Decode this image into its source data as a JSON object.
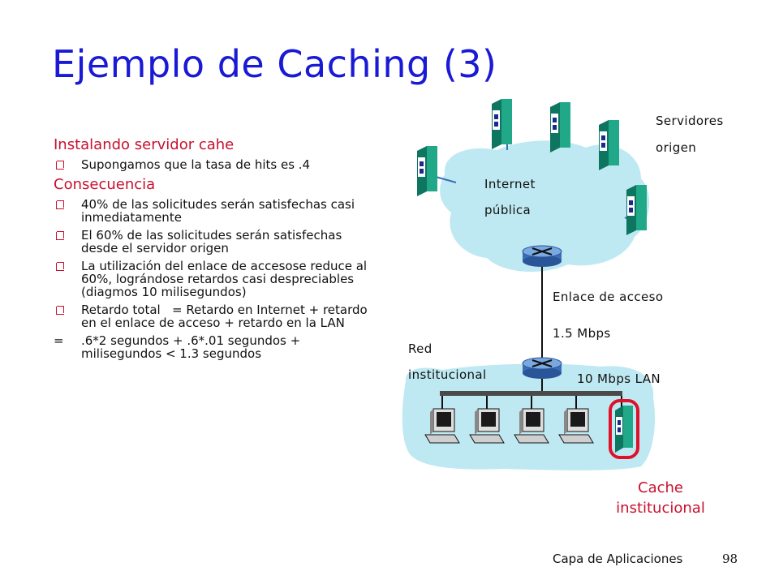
{
  "slide": {
    "title": "Ejemplo de Caching (3)",
    "footer": "Capa de Aplicaciones",
    "page_number": "98"
  },
  "content": {
    "section1": {
      "heading": "Instalando servidor cahe",
      "bullets": [
        "Supongamos que la tasa de hits es .4"
      ]
    },
    "section2": {
      "heading": "Consecuencia",
      "bullets": [
        "40% de las solicitudes serán satisfechas casi inmediatamente",
        "El 60% de las solicitudes serán satisfechas desde el servidor origen",
        "La utilización del enlace de accesose reduce al 60%, lográndose retardos casi despreciables (diagmos 10 milisegundos)",
        "Retardo total   = Retardo en Internet + retardo en el enlace de acceso + retardo en la LAN"
      ]
    },
    "equation": {
      "symbol": "=",
      "text": ".6*2 segundos + .6*.01 segundos + milisegundos < 1.3 segundos"
    }
  },
  "diagram": {
    "origin_servers_label_line1": "Servidores",
    "origin_servers_label_line2": "origen",
    "internet_label_line1": "Internet",
    "internet_label_line2": "pública",
    "access_link_label": "Enlace de acceso",
    "access_link_speed": "1.5 Mbps",
    "institutional_network_line1": "Red",
    "institutional_network_line2": "institucional",
    "lan_label": "10 Mbps LAN",
    "cache_label_line1": "Cache",
    "cache_label_line2": "institucional",
    "colors": {
      "title": "#1a1ad6",
      "heading": "#c8102e",
      "cloud": "#bfe9f2",
      "server": "#20a888",
      "cache_highlight": "#e0102a"
    }
  }
}
